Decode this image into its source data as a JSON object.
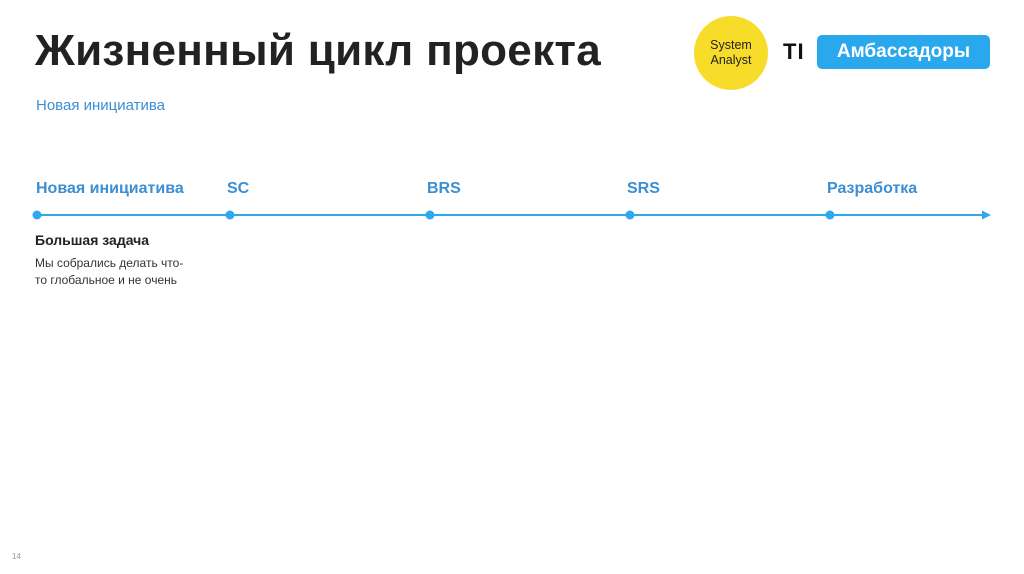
{
  "slide": {
    "title": "Жизненный цикл проекта",
    "subtitle": "Новая инициатива",
    "page_number": "14"
  },
  "logos": {
    "system_analyst": {
      "line1": "System",
      "line2": "Analyst",
      "color": "#f7dc2a"
    },
    "ti_mark": "TI",
    "ambassadors": {
      "label": "Амбассадоры",
      "color": "#2aa8ee"
    }
  },
  "timeline": {
    "color": "#2ea8ee",
    "stages": [
      {
        "label": "Новая инициатива"
      },
      {
        "label": "SC"
      },
      {
        "label": "BRS"
      },
      {
        "label": "SRS"
      },
      {
        "label": "Разработка"
      }
    ]
  },
  "task": {
    "title": "Большая задача",
    "description": "Мы собрались делать что-то глобальное и не очень"
  }
}
